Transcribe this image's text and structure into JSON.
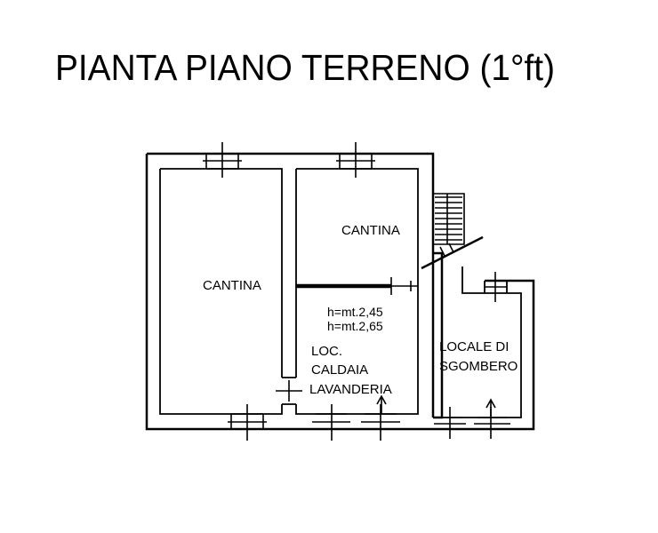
{
  "title": "PIANTA PIANO TERRENO (1°ft)",
  "rooms": {
    "cantina_left": "CANTINA",
    "cantina_top": "CANTINA",
    "heights": [
      "h=mt.2,45",
      "h=mt.2,65"
    ],
    "loc_caldaia": [
      "LOC.",
      "CALDAIA",
      "LAVANDERIA"
    ],
    "locale_sgombero": [
      "LOCALE DI",
      "SGOMBERO"
    ]
  },
  "colors": {
    "ink": "#000000",
    "background": "#ffffff"
  }
}
